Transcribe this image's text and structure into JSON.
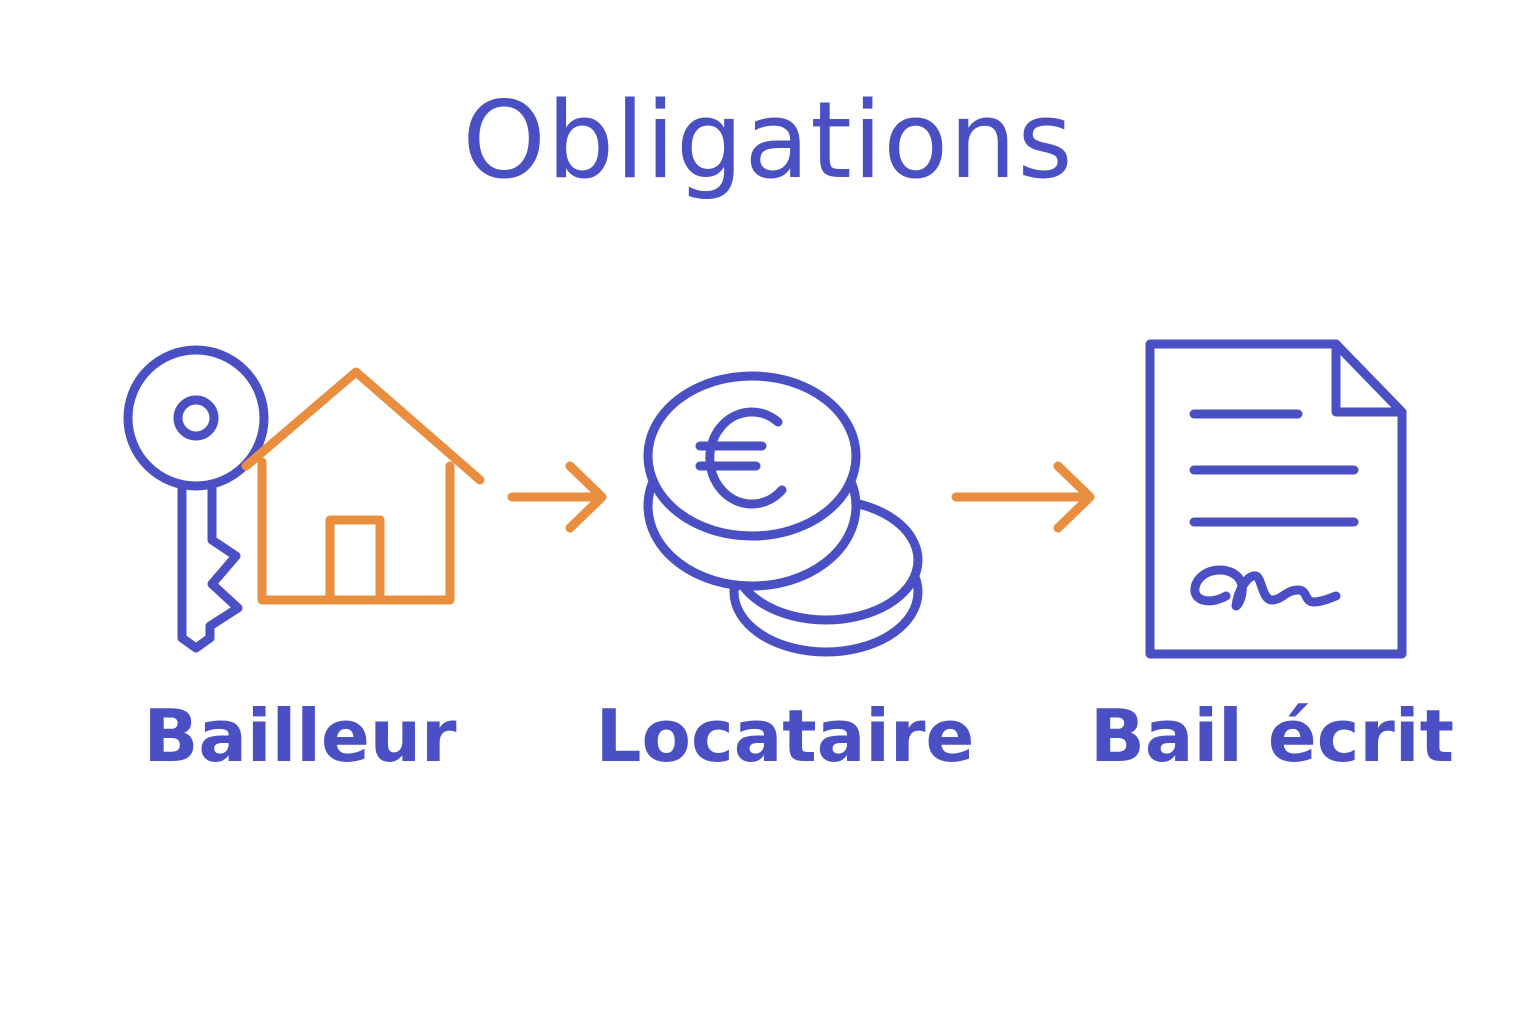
{
  "title": "Obligations",
  "colors": {
    "primary": "#4b4fc4",
    "accent": "#e88e3e",
    "background": "#ffffff"
  },
  "steps": [
    {
      "label": "Bailleur",
      "icons": [
        "key-icon",
        "house-icon"
      ]
    },
    {
      "label": "Locataire",
      "icons": [
        "euro-coins-icon"
      ]
    },
    {
      "label": "Bail écrit",
      "icons": [
        "signed-document-icon"
      ]
    }
  ],
  "arrows": [
    "arrow-right-icon",
    "arrow-right-icon"
  ]
}
